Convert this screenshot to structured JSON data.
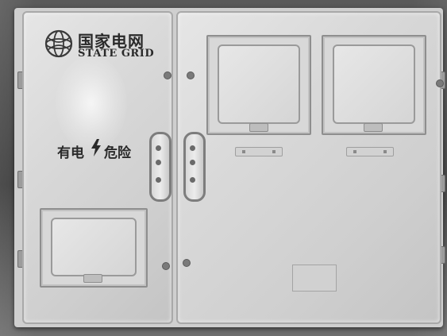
{
  "photo": {
    "brand": {
      "name_cn": "国家电网",
      "name_en": "STATE GRID",
      "logo_icon": "state-grid-globe-icon",
      "logo_color": "#3a3a3a"
    },
    "warning": {
      "text_before_symbol": "有电",
      "symbol_icon": "lightning-bolt-icon",
      "text_after_symbol": "危险",
      "text_color": "#2a2a2a"
    },
    "colors": {
      "box_grey": "#d6d6d6",
      "background_dark": "#4a4a4a"
    }
  }
}
